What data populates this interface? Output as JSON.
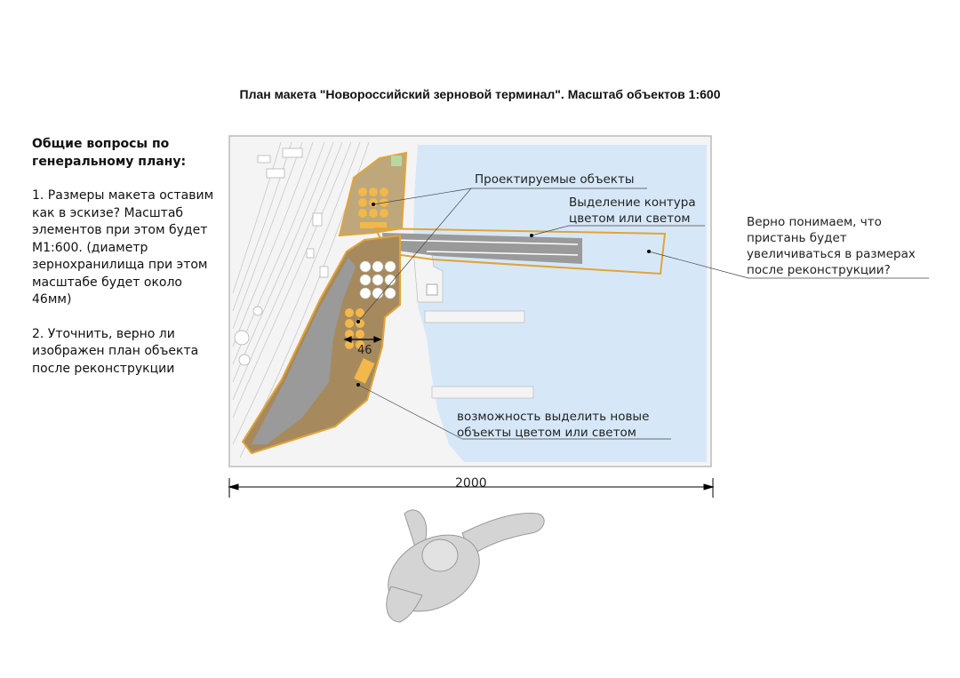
{
  "title": "План макета \"Новороссийский зерновой терминал\". Масштаб объектов 1:600",
  "questions": {
    "heading": "Общие вопросы по генеральному плану:",
    "q1": "1. Размеры макета оставим как в эскизе? Масштаб элементов при этом будет М1:600. (диаметр зернохранилища при этом масштабе будет около 46мм)",
    "q2": "2. Уточнить, верно ли изображен план объекта после реконструкции"
  },
  "annotations": {
    "designed_objects": "Проектируемые объекты",
    "contour_highlight_1": "Выделение контура",
    "contour_highlight_2": "цветом или светом",
    "pier_question_1": "Верно понимаем, что",
    "pier_question_2": "пристань будет",
    "pier_question_3": "увеличиваться в размерах",
    "pier_question_4": "после реконструкции?",
    "new_objects_1": "возможность выделить новые",
    "new_objects_2": "объекты цветом или светом",
    "silo_diameter": "46"
  },
  "dimension": {
    "width_label": "2000"
  },
  "colors": {
    "water": "#d6e8f8",
    "outline": "#e0a43a",
    "zone_fill": "#b59a6e",
    "silo": "#f2b84b",
    "concrete": "#9a9a9a"
  }
}
